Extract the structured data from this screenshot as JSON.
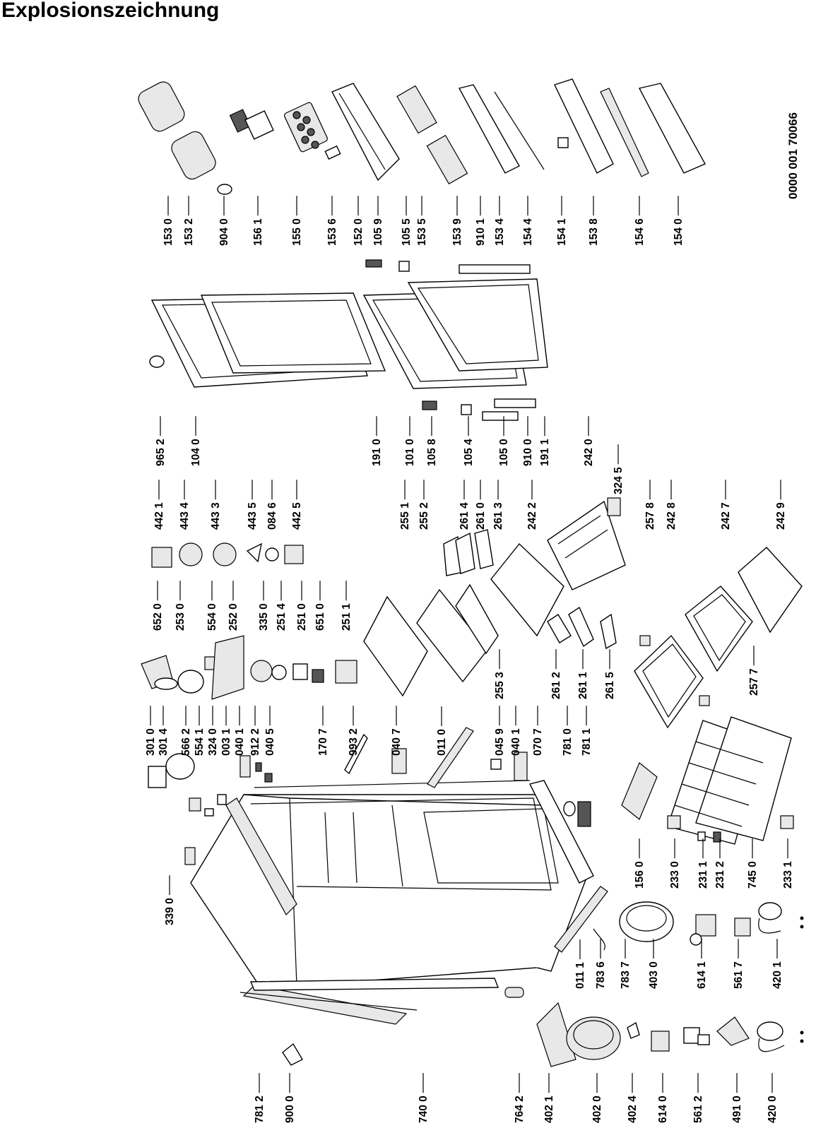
{
  "title": "Explosionszeichnung",
  "doc_number": "0000 001 70066",
  "labels": [
    {
      "id": "l1530",
      "text": "153 0"
    },
    {
      "id": "l1532",
      "text": "153 2"
    },
    {
      "id": "l9040",
      "text": "904 0"
    },
    {
      "id": "l1561",
      "text": "156 1"
    },
    {
      "id": "l1550",
      "text": "155 0"
    },
    {
      "id": "l1536",
      "text": "153 6"
    },
    {
      "id": "l1520",
      "text": "152 0"
    },
    {
      "id": "l1059",
      "text": "105 9"
    },
    {
      "id": "l1055",
      "text": "105 5"
    },
    {
      "id": "l1535",
      "text": "153 5"
    },
    {
      "id": "l1539",
      "text": "153 9"
    },
    {
      "id": "l9101",
      "text": "910 1"
    },
    {
      "id": "l1534",
      "text": "153 4"
    },
    {
      "id": "l1544",
      "text": "154 4"
    },
    {
      "id": "l1541",
      "text": "154 1"
    },
    {
      "id": "l1538",
      "text": "153 8"
    },
    {
      "id": "l1546",
      "text": "154 6"
    },
    {
      "id": "l1540",
      "text": "154 0"
    },
    {
      "id": "l9652",
      "text": "965 2"
    },
    {
      "id": "l1040",
      "text": "104 0"
    },
    {
      "id": "l1910",
      "text": "191 0"
    },
    {
      "id": "l1010",
      "text": "101 0"
    },
    {
      "id": "l1058",
      "text": "105 8"
    },
    {
      "id": "l1054",
      "text": "105 4"
    },
    {
      "id": "l1050",
      "text": "105 0"
    },
    {
      "id": "l9100",
      "text": "910 0"
    },
    {
      "id": "l1911",
      "text": "191 1"
    },
    {
      "id": "l2420",
      "text": "242 0"
    },
    {
      "id": "l3245",
      "text": "324 5"
    },
    {
      "id": "l4421",
      "text": "442 1"
    },
    {
      "id": "l4434",
      "text": "443 4"
    },
    {
      "id": "l4433",
      "text": "443 3"
    },
    {
      "id": "l4435",
      "text": "443 5"
    },
    {
      "id": "l0846",
      "text": "084 6"
    },
    {
      "id": "l4425",
      "text": "442 5"
    },
    {
      "id": "l2551",
      "text": "255 1"
    },
    {
      "id": "l2552",
      "text": "255 2"
    },
    {
      "id": "l2614",
      "text": "261 4"
    },
    {
      "id": "l2610",
      "text": "261 0"
    },
    {
      "id": "l2613",
      "text": "261 3"
    },
    {
      "id": "l2422",
      "text": "242 2"
    },
    {
      "id": "l2578",
      "text": "257 8"
    },
    {
      "id": "l2428",
      "text": "242 8"
    },
    {
      "id": "l2427",
      "text": "242 7"
    },
    {
      "id": "l2429",
      "text": "242 9"
    },
    {
      "id": "l6520",
      "text": "652 0"
    },
    {
      "id": "l2530",
      "text": "253 0"
    },
    {
      "id": "l5540",
      "text": "554 0"
    },
    {
      "id": "l2520",
      "text": "252 0"
    },
    {
      "id": "l3350",
      "text": "335 0"
    },
    {
      "id": "l2514",
      "text": "251 4"
    },
    {
      "id": "l2510",
      "text": "251 0"
    },
    {
      "id": "l6510",
      "text": "651 0"
    },
    {
      "id": "l2511",
      "text": "251 1"
    },
    {
      "id": "l2553",
      "text": "255 3"
    },
    {
      "id": "l2612",
      "text": "261 2"
    },
    {
      "id": "l2611",
      "text": "261 1"
    },
    {
      "id": "l2615",
      "text": "261 5"
    },
    {
      "id": "l2577",
      "text": "257 7"
    },
    {
      "id": "l3010",
      "text": "301 0"
    },
    {
      "id": "l3014",
      "text": "301 4"
    },
    {
      "id": "l5662",
      "text": "566 2"
    },
    {
      "id": "l5541",
      "text": "554 1"
    },
    {
      "id": "l3240",
      "text": "324 0"
    },
    {
      "id": "l0031",
      "text": "003 1"
    },
    {
      "id": "l0401a",
      "text": "040 1"
    },
    {
      "id": "l9122",
      "text": "912 2"
    },
    {
      "id": "l0405",
      "text": "040 5"
    },
    {
      "id": "l1707",
      "text": "170 7"
    },
    {
      "id": "l9932",
      "text": "993 2"
    },
    {
      "id": "l0407",
      "text": "040 7"
    },
    {
      "id": "l0110",
      "text": "011 0"
    },
    {
      "id": "l0459",
      "text": "045 9"
    },
    {
      "id": "l0401b",
      "text": "040 1"
    },
    {
      "id": "l0707",
      "text": "070 7"
    },
    {
      "id": "l7810",
      "text": "781 0"
    },
    {
      "id": "l7811",
      "text": "781 1"
    },
    {
      "id": "l3390",
      "text": "339 0"
    },
    {
      "id": "l1560",
      "text": "156 0"
    },
    {
      "id": "l2330",
      "text": "233 0"
    },
    {
      "id": "l2311",
      "text": "231 1"
    },
    {
      "id": "l2312",
      "text": "231 2"
    },
    {
      "id": "l7450",
      "text": "745 0"
    },
    {
      "id": "l2331",
      "text": "233 1"
    },
    {
      "id": "l0111",
      "text": "011 1"
    },
    {
      "id": "l7836",
      "text": "783 6"
    },
    {
      "id": "l7837",
      "text": "783 7"
    },
    {
      "id": "l4030",
      "text": "403 0"
    },
    {
      "id": "l6141",
      "text": "614 1"
    },
    {
      "id": "l5617",
      "text": "561 7"
    },
    {
      "id": "l4201",
      "text": "420 1"
    },
    {
      "id": "l7812",
      "text": "781 2"
    },
    {
      "id": "l9000",
      "text": "900 0"
    },
    {
      "id": "l7400",
      "text": "740 0"
    },
    {
      "id": "l7642",
      "text": "764 2"
    },
    {
      "id": "l4021",
      "text": "402 1"
    },
    {
      "id": "l4020",
      "text": "402 0"
    },
    {
      "id": "l4024",
      "text": "402 4"
    },
    {
      "id": "l6140",
      "text": "614 0"
    },
    {
      "id": "l5612",
      "text": "561 2"
    },
    {
      "id": "l4910",
      "text": "491 0"
    },
    {
      "id": "l4200",
      "text": "420 0"
    }
  ]
}
